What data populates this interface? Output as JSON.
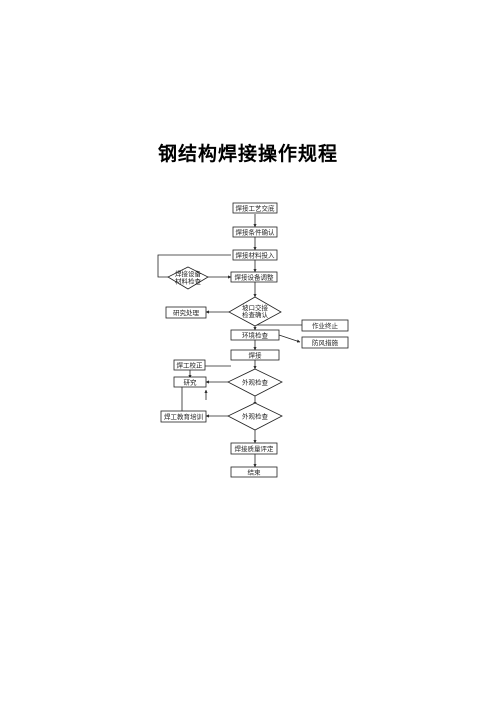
{
  "page": {
    "title": "钢结构焊接操作规程"
  },
  "flow": {
    "welding_process_briefing": "焊接工艺交底",
    "welding_condition_confirm": "焊接条件确认",
    "welding_material_input": "焊接材料投入",
    "equipment_material_check_line1": "焊接设备",
    "equipment_material_check_line2": "材料检查",
    "equipment_adjust": "焊接设备调整",
    "joint_inspection_line1": "坡口交接",
    "joint_inspection_line2": "检查确认",
    "study_handling": "研究处理",
    "environment_check": "环境检查",
    "work_stop": "作业终止",
    "wind_protection": "防风措施",
    "welding": "焊接",
    "welder_correction": "焊工校正",
    "study": "研究",
    "visual_check_1": "外观检查",
    "welder_training": "焊工教育培训",
    "visual_check_2": "外观检查",
    "quality_evaluation": "焊接质量评定",
    "end": "结束"
  }
}
